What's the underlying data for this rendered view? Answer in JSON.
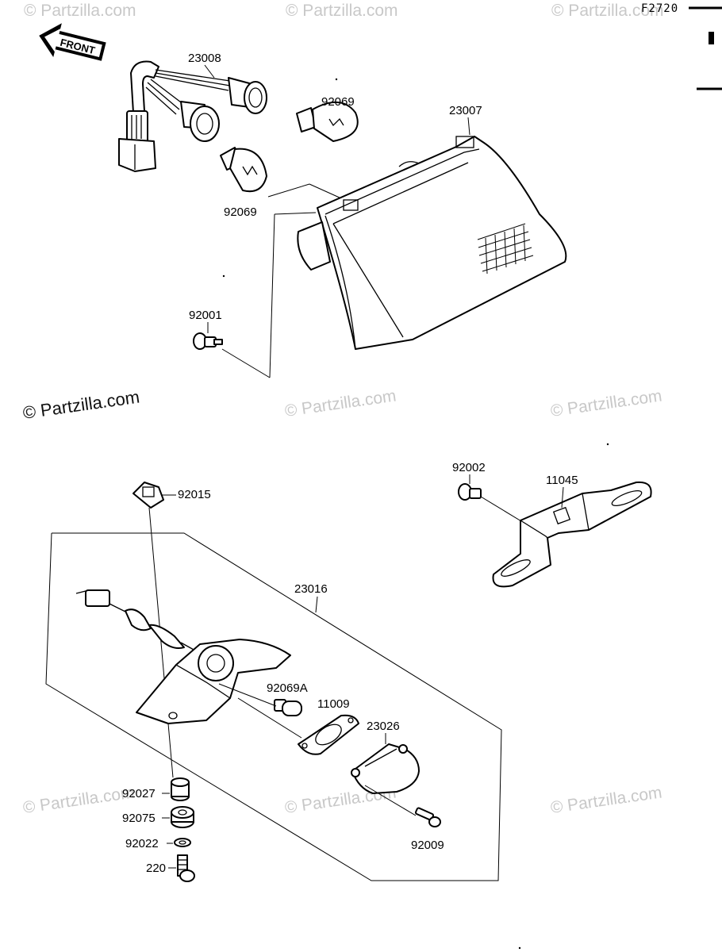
{
  "figure_code": "F2720",
  "front_arrow_label": "FRONT",
  "copyright_main": "© Partzilla.com",
  "watermark_text": "© Partzilla.com",
  "part_labels": {
    "p23008": "23008",
    "p92069_top": "92069",
    "p23007": "23007",
    "p92069_left": "92069",
    "p92001": "92001",
    "p92015": "92015",
    "p92002": "92002",
    "p11045": "11045",
    "p23016": "23016",
    "p92069A": "92069A",
    "p11009": "11009",
    "p23026": "23026",
    "p92027": "92027",
    "p92075": "92075",
    "p92022": "92022",
    "p220": "220",
    "p92009": "92009"
  }
}
